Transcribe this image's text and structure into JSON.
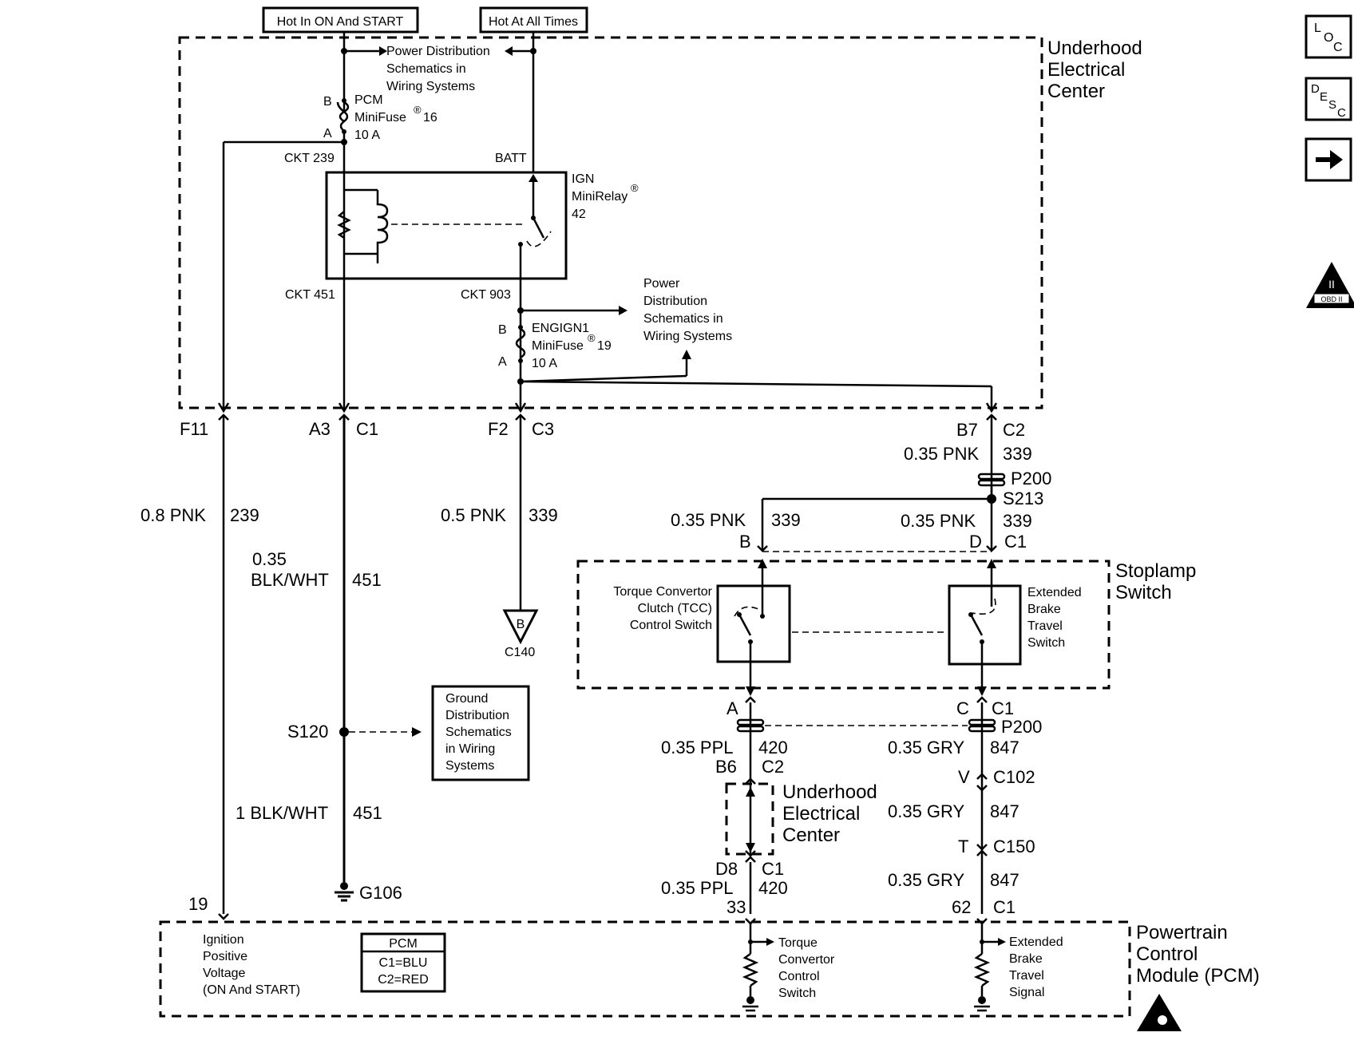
{
  "sources": {
    "hot_run": "Hot In ON And START",
    "hot_all": "Hot At All Times"
  },
  "underhood": {
    "title": [
      "Underhood",
      "Electrical",
      "Center"
    ],
    "pd_top": [
      "Power Distribution",
      "Schematics in",
      "Wiring Systems"
    ],
    "pcm_fuse": {
      "pin_b": "B",
      "pin_a": "A",
      "line1": "PCM",
      "line2": "MiniFuse",
      "num": "16",
      "amps": "10 A"
    },
    "ckt239": "CKT 239",
    "batt": "BATT",
    "relay": {
      "line1": "IGN",
      "line2": "MiniRelay",
      "num": "42"
    },
    "ckt451": "CKT 451",
    "ckt903": "CKT 903",
    "pd_mid": [
      "Power",
      "Distribution",
      "Schematics in",
      "Wiring Systems"
    ],
    "eng_fuse": {
      "pin_b": "B",
      "pin_a": "A",
      "line1": "ENGIGN1",
      "line2": "MiniFuse",
      "num": "19",
      "amps": "10 A"
    }
  },
  "connectors": {
    "f11": "F11",
    "a3": "A3",
    "c1_a": "C1",
    "f2": "F2",
    "c3": "C3",
    "b7": "B7",
    "c2_a": "C2"
  },
  "wires": {
    "w239_gauge": "0.8 PNK",
    "w239_num": "239",
    "w451_gauge_1": "0.35",
    "w451_gauge_2": "BLK/WHT",
    "w451_num": "451",
    "w339_gauge": "0.5 PNK",
    "w339_num": "339",
    "w339r_gauge": "0.35 PNK",
    "w339r_num": "339",
    "w339b_gauge": "0.35 PNK",
    "w339b_num": "339",
    "w339d_gauge": "0.35 PNK",
    "w339d_num": "339",
    "w451b_gauge": "1 BLK/WHT",
    "w451b_num": "451",
    "w420_gauge": "0.35 PPL",
    "w420_num": "420",
    "w420b_gauge": "0.35 PPL",
    "w420b_num": "420",
    "w847_gauge": "0.35 GRY",
    "w847_num": "847",
    "w847b_gauge": "0.35 GRY",
    "w847b_num": "847",
    "w847c_gauge": "0.35 GRY",
    "w847c_num": "847"
  },
  "splices": {
    "p200_top": "P200",
    "s213": "S213",
    "s120": "S120",
    "p200_bot": "P200",
    "g106": "G106"
  },
  "ground_c140": {
    "letter": "B",
    "label": "C140"
  },
  "ground_dist": [
    "Ground",
    "Distribution",
    "Schematics",
    "in Wiring",
    "Systems"
  ],
  "stoplamp": {
    "title": [
      "Stoplamp",
      "Switch"
    ],
    "pin_b": "B",
    "pin_d": "D",
    "pin_c1": "C1",
    "tcc": [
      "Torque Convertor",
      "Clutch (TCC)",
      "Control Switch"
    ],
    "ebt": [
      "Extended",
      "Brake",
      "Travel",
      "Switch"
    ],
    "pin_a": "A",
    "pin_c": "C",
    "pin_c1_b": "C1"
  },
  "lower": {
    "b6": "B6",
    "c2": "C2",
    "v": "V",
    "c102": "C102",
    "uec": [
      "Underhood",
      "Electrical",
      "Center"
    ],
    "t": "T",
    "c150": "C150",
    "d8": "D8",
    "c1_d": "C1",
    "p33": "33",
    "p62": "62",
    "c1_e": "C1",
    "p19": "19"
  },
  "pcm": {
    "title": [
      "Powertrain",
      "Control",
      "Module (PCM)"
    ],
    "ign": [
      "Ignition",
      "Positive",
      "Voltage",
      "(ON And START)"
    ],
    "key_title": "PCM",
    "key_c1": "C1=BLU",
    "key_c2": "C2=RED",
    "tcc": [
      "Torque",
      "Convertor",
      "Control",
      "Switch"
    ],
    "ebt": [
      "Extended",
      "Brake",
      "Travel",
      "Signal"
    ]
  },
  "nav": {
    "loc": [
      "L",
      "O",
      "C"
    ],
    "desc": [
      "D",
      "E",
      "S",
      "C"
    ],
    "next_icon": "right-arrow-icon",
    "obd_label": "II",
    "obd_sub": "OBD II"
  }
}
